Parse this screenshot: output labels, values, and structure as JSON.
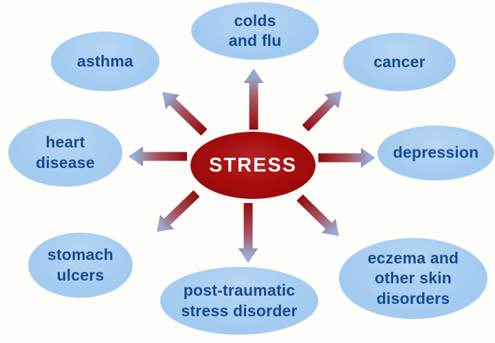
{
  "diagram": {
    "center": {
      "label": "STRESS"
    },
    "nodes": [
      {
        "id": "colds-and-flu",
        "label": "colds\nand flu"
      },
      {
        "id": "asthma",
        "label": "asthma"
      },
      {
        "id": "cancer",
        "label": "cancer"
      },
      {
        "id": "heart-disease",
        "label": "heart\ndisease"
      },
      {
        "id": "depression",
        "label": "depression"
      },
      {
        "id": "stomach-ulcers",
        "label": "stomach\nulcers"
      },
      {
        "id": "ptsd",
        "label": "post-traumatic\nstress disorder"
      },
      {
        "id": "eczema",
        "label": "eczema and\nother skin\ndisorders"
      }
    ],
    "colors": {
      "background": "#fdfdfa",
      "node_fill": "#a3cbf0",
      "node_text": "#17498e",
      "center_fill": "#a80d0d",
      "center_text": "#ffffff",
      "arrow_base": "#8f0d10",
      "arrow_mid": "#a84f5c",
      "arrow_tip": "#96abd2"
    }
  }
}
